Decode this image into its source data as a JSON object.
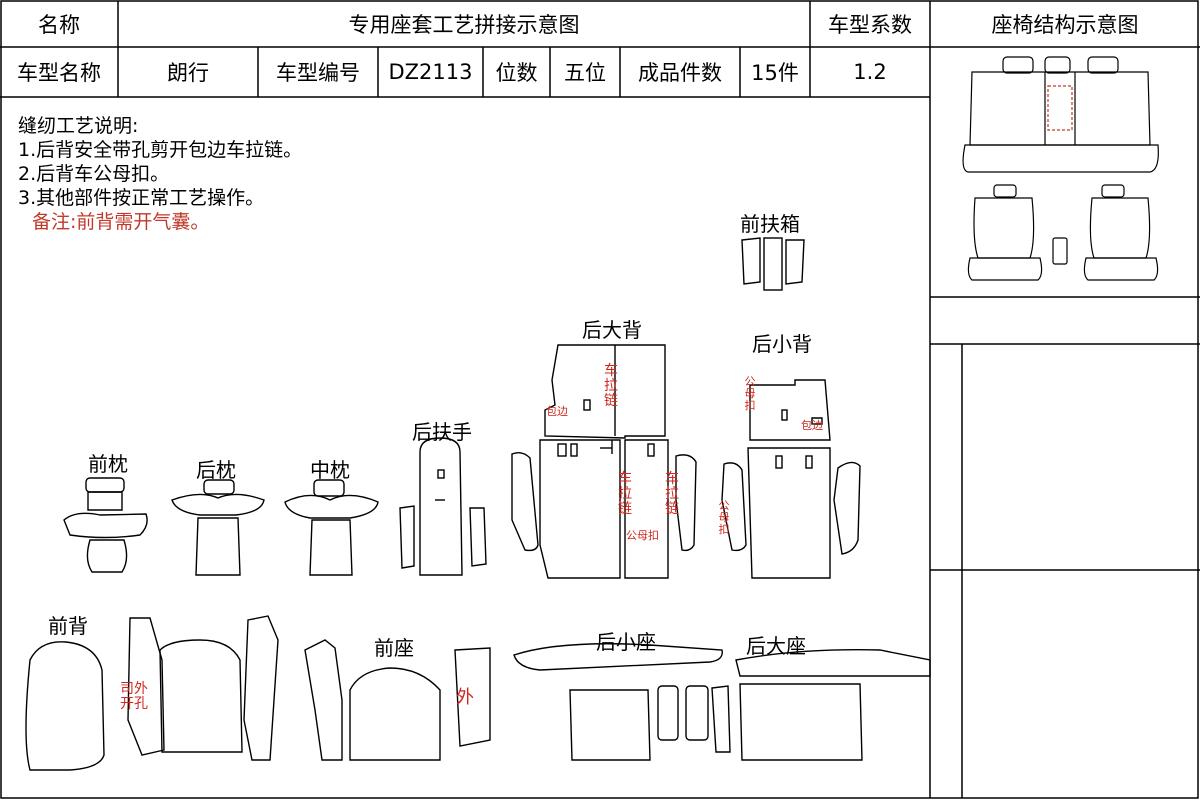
{
  "header": {
    "name_label": "名称",
    "title": "专用座套工艺拼接示意图",
    "coef_label": "车型系数",
    "structure_label": "座椅结构示意图"
  },
  "info": {
    "model_name_label": "车型名称",
    "model_name": "朗行",
    "model_code_label": "车型编号",
    "model_code": "DZ2113",
    "seats_label": "位数",
    "seats": "五位",
    "pieces_label": "成品件数",
    "pieces": "15件",
    "coef": "1.2"
  },
  "notes": {
    "heading": "缝纫工艺说明:",
    "items": [
      "1.后背安全带孔剪开包边车拉链。",
      "2.后背车公母扣。",
      "3.其他部件按正常工艺操作。"
    ],
    "remark": "备注:前背需开气囊。"
  },
  "parts": {
    "front_armrest_box": "前扶箱",
    "rear_large_back": "后大背",
    "rear_small_back": "后小背",
    "rear_armrest": "后扶手",
    "front_headrest": "前枕",
    "rear_headrest": "后枕",
    "middle_headrest": "中枕",
    "front_back": "前背",
    "front_seat": "前座",
    "rear_small_seat": "后小座",
    "rear_large_seat": "后大座"
  },
  "annotations": {
    "zipper_a": "车拉链",
    "zipper_b": "车拉链",
    "zipper_c": "车拉链",
    "binding_a": "包边",
    "binding_b": "包边",
    "snap_a": "公母扣",
    "snap_b": "公母扣",
    "snap_c": "公母扣",
    "outer": "外",
    "outer_hole_1": "司外",
    "outer_hole_2": "开孔"
  }
}
